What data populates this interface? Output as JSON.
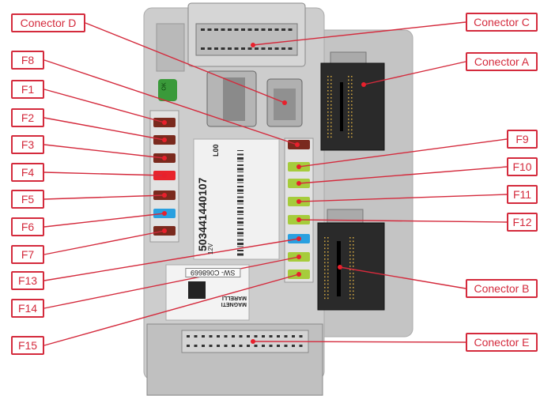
{
  "labels": {
    "conector_d": "Conector D",
    "conector_c": "Conector C",
    "conector_a": "Conector A",
    "conector_b": "Conector B",
    "conector_e": "Conector E",
    "f1": "F1",
    "f2": "F2",
    "f3": "F3",
    "f4": "F4",
    "f5": "F5",
    "f6": "F6",
    "f7": "F7",
    "f8": "F8",
    "f9": "F9",
    "f10": "F10",
    "f11": "F11",
    "f12": "F12",
    "f13": "F13",
    "f14": "F14",
    "f15": "F15"
  },
  "sticker": {
    "part_number": "503441440107",
    "revision": "L00",
    "voltage": "12V",
    "software": "SW- C068669",
    "brand": "MAGNETI MARELLI",
    "ok_tag": "OK"
  },
  "colors": {
    "callout": "#d42a3c",
    "fuse_brown": "#7a2a1e",
    "fuse_red": "#e8242c",
    "fuse_blue": "#2aa0e0",
    "fuse_green": "#a6cc3c",
    "housing": "#c9c9c9",
    "connector": "#2a2a2a"
  },
  "fuses_left": [
    "brown",
    "brown",
    "brown",
    "red",
    "brown",
    "blue",
    "brown"
  ],
  "fuses_right": [
    "brown",
    "green",
    "green",
    "green",
    "green",
    "blue",
    "green",
    "green"
  ]
}
